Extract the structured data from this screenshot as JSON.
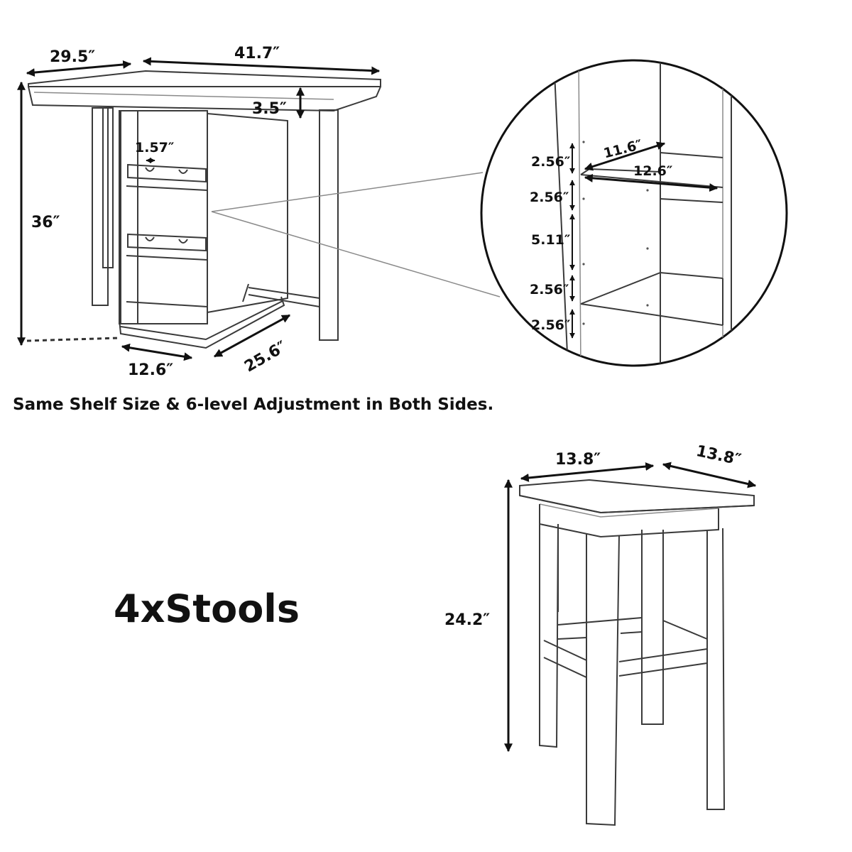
{
  "table": {
    "width": "29.5″",
    "length": "41.7″",
    "top_thickness": "3.5″",
    "height": "36″",
    "slot_width": "1.57″",
    "base_width": "12.6″",
    "base_depth": "25.6″"
  },
  "detail": {
    "shelf_depth": "11.6″",
    "shelf_width": "12.6″",
    "spacing_1": "2.56″",
    "spacing_2": "2.56″",
    "spacing_3": "5.11″",
    "spacing_4": "2.56″",
    "spacing_5": "2.56″"
  },
  "caption": "Same Shelf Size & 6-level Adjustment in Both Sides.",
  "stools": {
    "label": "4xStools",
    "width": "13.8″",
    "depth": "13.8″",
    "height": "24.2″"
  },
  "colors": {
    "line": "#3a3a3a",
    "text": "#111111",
    "background": "#ffffff"
  }
}
